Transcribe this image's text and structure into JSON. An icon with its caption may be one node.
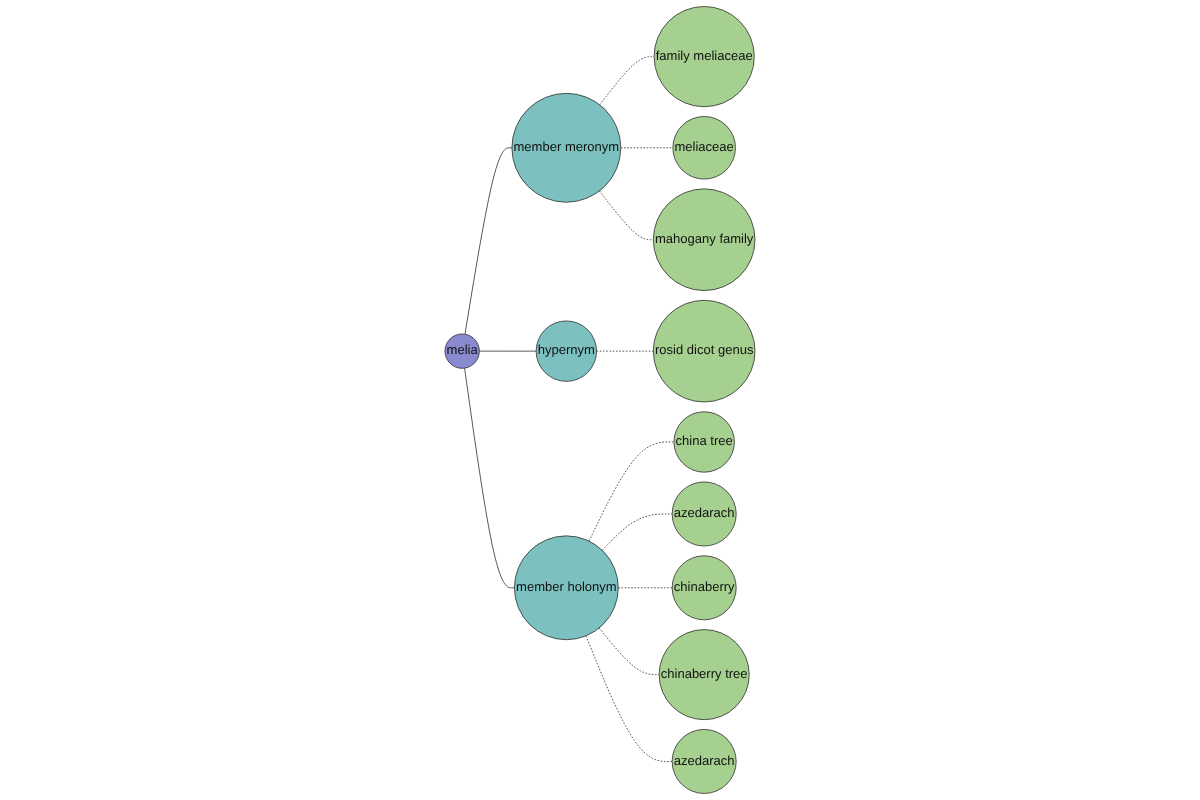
{
  "diagram": {
    "nodes": [
      {
        "text": [
          "family meliaceae"
        ]
      },
      {
        "text": [
          "meliaceae"
        ]
      },
      {
        "text": [
          "member meronym"
        ]
      },
      {
        "text": [
          "mahogany family"
        ]
      },
      {
        "text": [
          "melia"
        ]
      },
      {
        "text": [
          "rosid dicot genus"
        ]
      },
      {
        "text": [
          "hypernym"
        ]
      },
      {
        "text": [
          "china tree"
        ]
      },
      {
        "text": [
          "member holonym"
        ]
      },
      {
        "text": [
          "azedarach"
        ]
      },
      {
        "text": [
          "chinaberry"
        ]
      },
      {
        "text": [
          "chinaberry tree"
        ]
      },
      {
        "text": [
          "azedarach"
        ]
      }
    ],
    "edges": [
      {
        "from": 4,
        "to": 2,
        "arrow": "none"
      },
      {
        "from": 2,
        "to": 0,
        "arrow": "none",
        "style": "dashed"
      },
      {
        "from": 2,
        "to": 1,
        "arrow": "none",
        "style": "dashed"
      },
      {
        "from": 2,
        "to": 3,
        "arrow": "none",
        "style": "dashed"
      },
      {
        "from": 4,
        "to": 6,
        "arrow": "none"
      },
      {
        "from": 6,
        "to": 5,
        "arrow": "none",
        "style": "dashed"
      },
      {
        "from": 4,
        "to": 8,
        "arrow": "none"
      },
      {
        "from": 8,
        "to": 7,
        "arrow": "none",
        "style": "dashed"
      },
      {
        "from": 8,
        "to": 9,
        "arrow": "none",
        "style": "dashed"
      },
      {
        "from": 8,
        "to": 10,
        "arrow": "none",
        "style": "dashed"
      },
      {
        "from": 8,
        "to": 11,
        "arrow": "none",
        "style": "dashed"
      },
      {
        "from": 8,
        "to": 12,
        "arrow": "none",
        "style": "dashed"
      }
    ]
  }
}
